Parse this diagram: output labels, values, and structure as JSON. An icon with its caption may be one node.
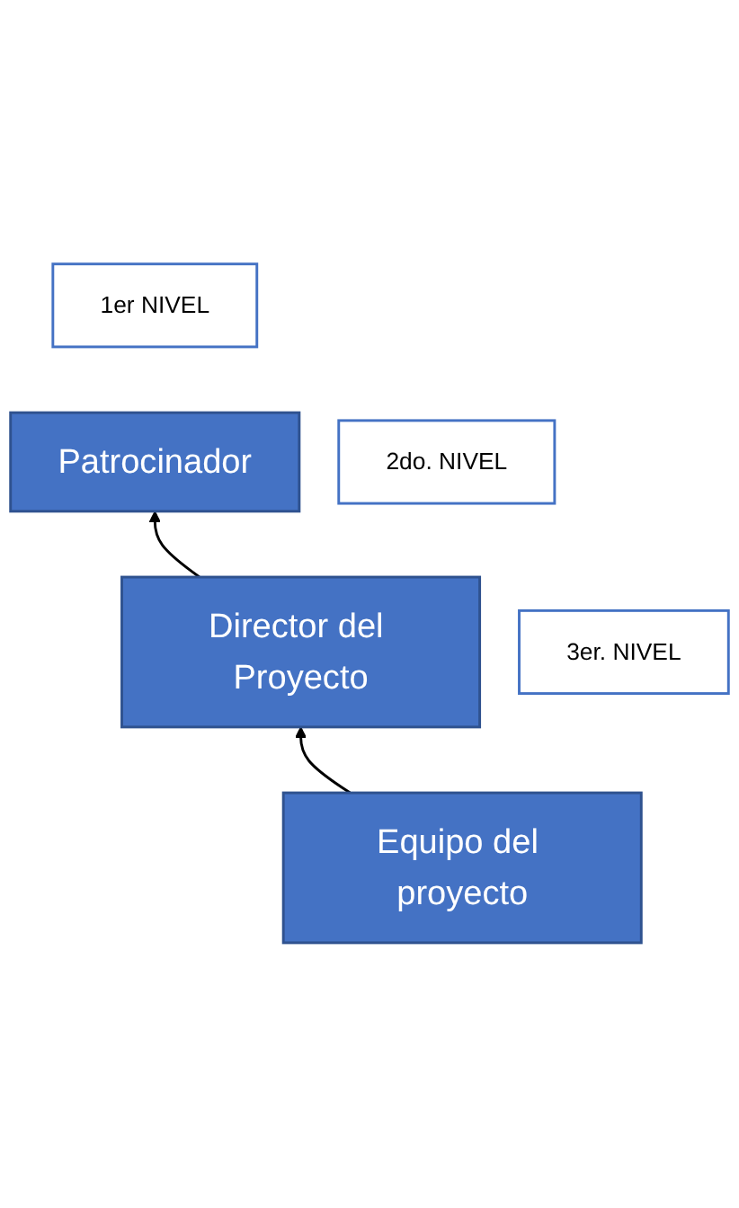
{
  "diagram": {
    "nodes": [
      {
        "text": [
          "Patrocinador"
        ]
      },
      {
        "text": [
          "1er NIVEL"
        ]
      },
      {
        "text": [
          "Director del Proyecto"
        ]
      },
      {
        "text": [
          "2do. NIVEL"
        ]
      },
      {
        "text": [
          "Equipo del proyecto"
        ]
      },
      {
        "text": [
          "3er. NIVEL"
        ]
      }
    ],
    "edges": [
      {
        "from": 2,
        "to": 0,
        "arrow": "to"
      },
      {
        "from": 4,
        "to": 2,
        "arrow": "to"
      }
    ]
  }
}
